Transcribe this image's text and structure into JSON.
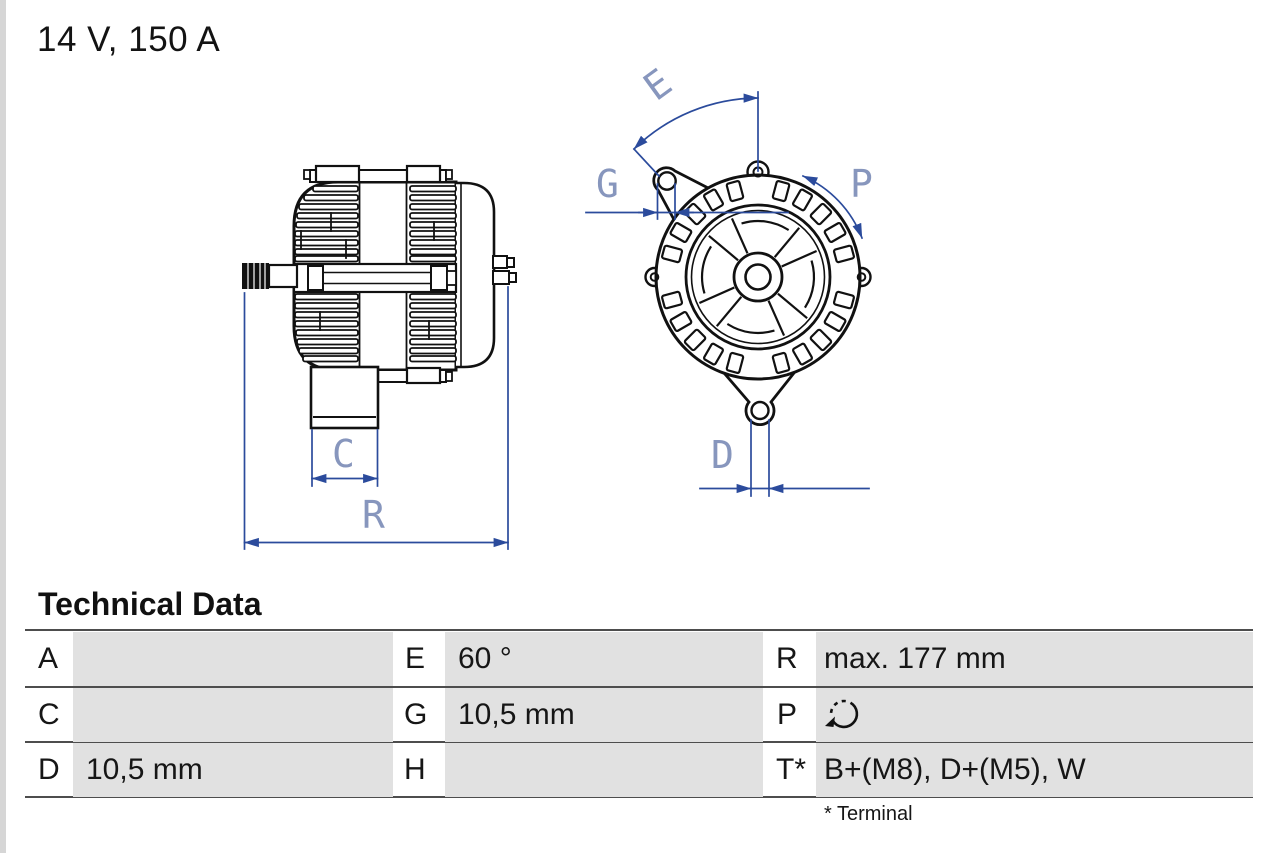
{
  "title": "14 V, 150 A",
  "drawing": {
    "labels": {
      "c": "C",
      "r": "R",
      "e": "E",
      "g": "G",
      "p": "P",
      "d": "D"
    },
    "line_color": "#2b4b9c",
    "label_color": "#8796bd",
    "views": [
      "side-view-alternator",
      "front-view-alternator"
    ]
  },
  "icons": {
    "p_rotation": "rotation-arrow-icon"
  },
  "table": {
    "heading": "Technical Data",
    "rows": [
      {
        "cells": [
          {
            "label": "A",
            "value": ""
          },
          {
            "label": "E",
            "value": "60 °"
          },
          {
            "label": "R",
            "value": "max. 177 mm"
          }
        ]
      },
      {
        "cells": [
          {
            "label": "C",
            "value": ""
          },
          {
            "label": "G",
            "value": "10,5 mm"
          },
          {
            "label": "P",
            "value": "",
            "icon": "rotation-arrow-icon"
          }
        ]
      },
      {
        "cells": [
          {
            "label": "D",
            "value": "10,5 mm"
          },
          {
            "label": "H",
            "value": ""
          },
          {
            "label": "T*",
            "value": "B+(M8), D+(M5), W"
          }
        ]
      }
    ],
    "footnote": "* Terminal"
  }
}
